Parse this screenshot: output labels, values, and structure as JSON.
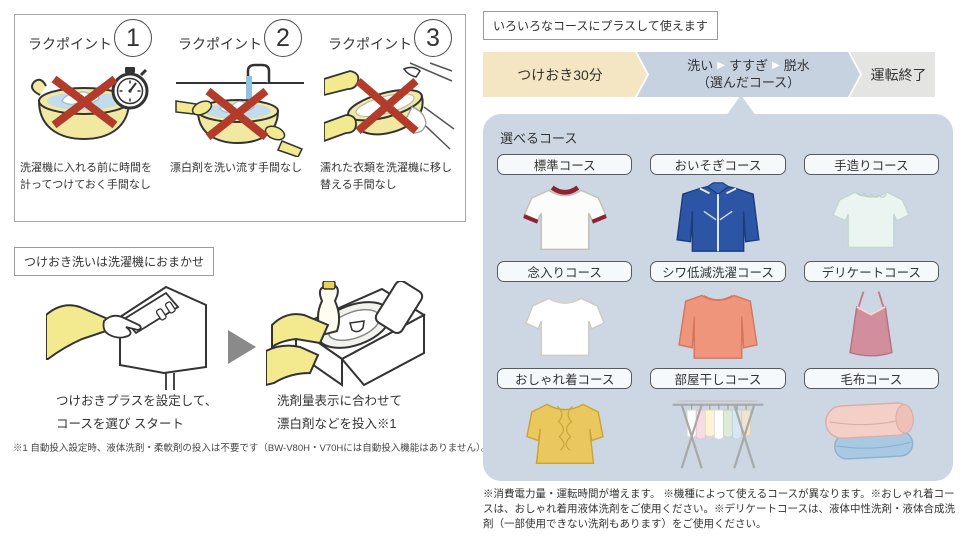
{
  "points_section": {
    "points": [
      {
        "label": "ラクポイント",
        "number": "1",
        "caption": "洗濯機に入れる前に時間を計ってつけておく手間なし"
      },
      {
        "label": "ラクポイント",
        "number": "2",
        "caption": "漂白剤を洗い流す手間なし"
      },
      {
        "label": "ラクポイント",
        "number": "3",
        "caption": "濡れた衣類を洗濯機に移し替える手間なし"
      }
    ]
  },
  "soak_section": {
    "title": "つけおき洗いは洗濯機におまかせ",
    "step1_caption": "つけおきプラスを設定して、\nコースを選び スタート",
    "step2_caption": "洗剤量表示に合わせて\n漂白剤などを投入※1",
    "footnote": "※1 自動投入設定時、液体洗剤・柔軟剤の投入は不要です（BW-V80H・V70Hには自動投入機能はありません）。"
  },
  "courses_section": {
    "header": "いろいろなコースにプラスして使えます",
    "flow": {
      "step1": "つけおき30分",
      "step2_parts": [
        "洗い",
        "すすぎ",
        "脱水"
      ],
      "separator": "▶",
      "step2_line2": "（選んだコース）",
      "step3": "運転終了"
    },
    "panel_label": "選べるコース",
    "courses": [
      {
        "name": "標準コース",
        "image": "white-shirt-red-trim"
      },
      {
        "name": "おいそぎコース",
        "image": "blue-jacket"
      },
      {
        "name": "手造りコース",
        "image": "pale-green-shirt"
      },
      {
        "name": "念入りコース",
        "image": "white-tshirt"
      },
      {
        "name": "シワ低減洗濯コース",
        "image": "salmon-longsleeve-shirt"
      },
      {
        "name": "デリケートコース",
        "image": "pink-camisole"
      },
      {
        "name": "おしゃれ着コース",
        "image": "yellow-blouse"
      },
      {
        "name": "部屋干しコース",
        "image": "laundry-drying-rack"
      },
      {
        "name": "毛布コース",
        "image": "folded-blankets"
      }
    ],
    "footnote": "※消費電力量・運転時間が増えます。 ※機種によって使えるコースが異なります。※おしゃれ着コースは、おしゃれ着用液体洗剤をご使用ください。※デリケートコースは、液体中性洗剤・液体合成洗剤（一部使用できない洗剤もあります）をご使用ください。"
  },
  "colors": {
    "flow_step1_bg": "#f4e5c3",
    "flow_step2_bg": "#c6d2e0",
    "flow_step3_bg": "#e4e4e2",
    "panel_bg": "#ccd7e3",
    "cross_red": "#b23b2a",
    "sleeve_yellow": "#f3e98f",
    "tub_yellow": "#f1e9a2",
    "water_blue": "#c2dcec",
    "jacket_blue": "#2d55a5"
  }
}
